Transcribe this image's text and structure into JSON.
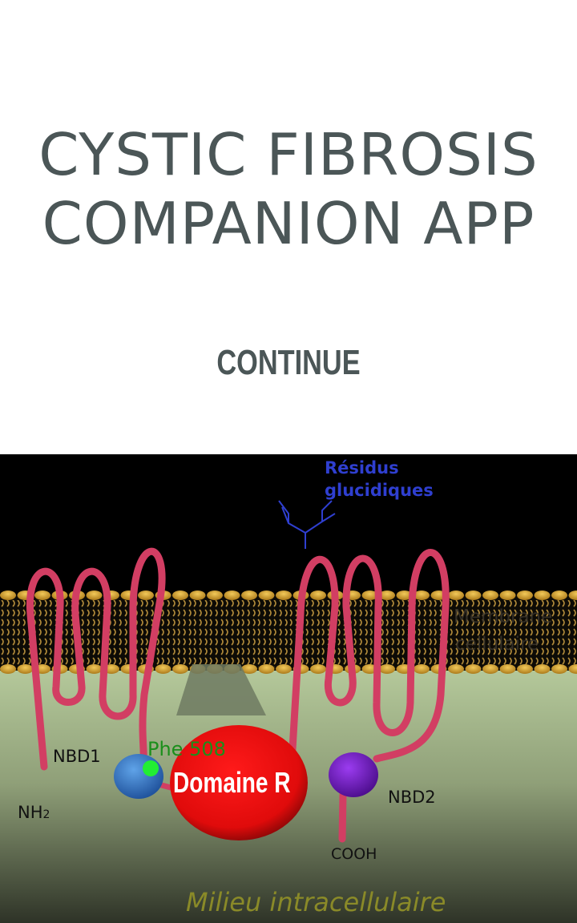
{
  "app": {
    "title_line1": "CYSTIC FIBROSIS",
    "title_line2": "COMPANION APP",
    "continue_label": "CONTINUE"
  },
  "illustration": {
    "residus_line1": "Résidus",
    "residus_line2": "glucidiques",
    "membrane_line1": "Membrane",
    "membrane_line2": "cellulaire",
    "nbd1": "NBD1",
    "phe508": "Phe 508",
    "domaine_r": "Domaine R",
    "nbd2": "NBD2",
    "nh2": "NH",
    "nh2_sub": "2",
    "cooh": "COOH",
    "milieu": "Milieu intracellulaire"
  },
  "colors": {
    "title_text": "#4b5657",
    "protein_strand": "#d23e63",
    "sugar_residues": "#2f3fd0",
    "membrane_heads": "#c99a27",
    "domaine_r": "#ec0d0d",
    "nbd1": "#3a7cc8",
    "phe508_dot": "#22ee33",
    "nbd2": "#7a18c8",
    "milieu_text": "#8a8a28"
  }
}
